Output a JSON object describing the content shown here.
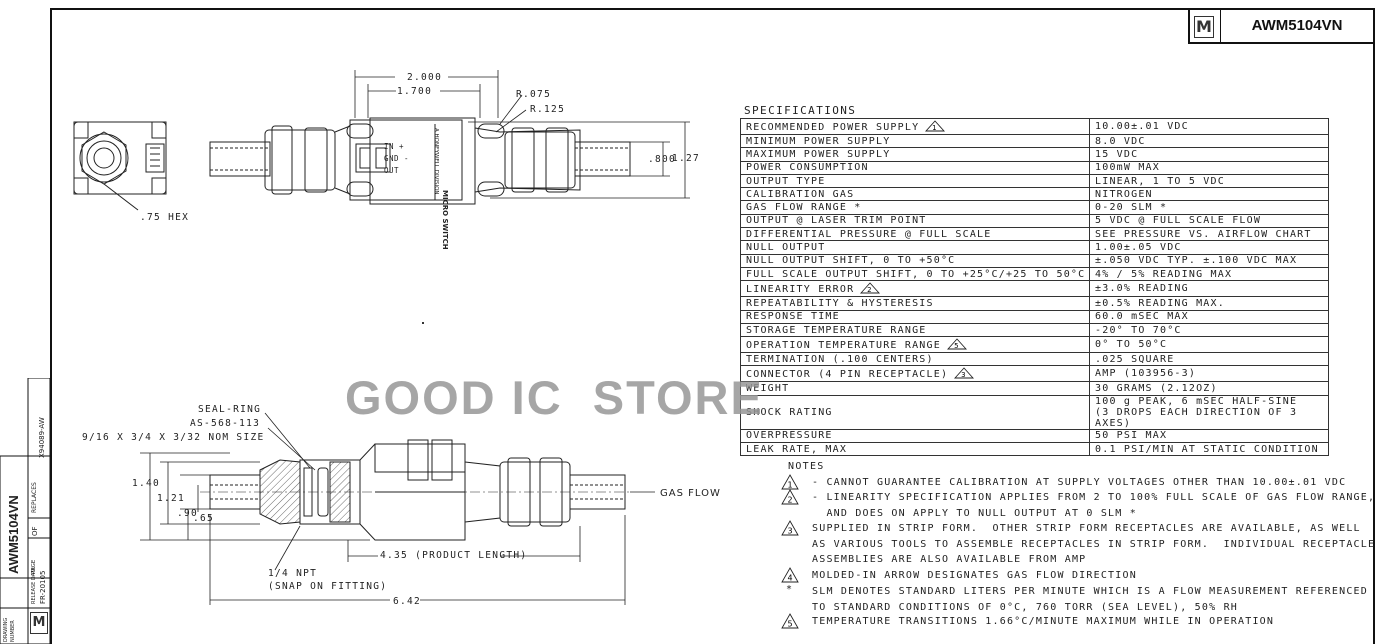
{
  "title_block": {
    "logo": "M",
    "part_number": "AWM5104VN"
  },
  "specifications": {
    "title": "SPECIFICATIONS",
    "rows": [
      {
        "param": "RECOMMENDED POWER SUPPLY",
        "note": "1",
        "value": "10.00±.01 VDC"
      },
      {
        "param": "MINIMUM POWER SUPPLY",
        "note": "",
        "value": "8.0 VDC"
      },
      {
        "param": "MAXIMUM POWER SUPPLY",
        "note": "",
        "value": "15 VDC"
      },
      {
        "param": "POWER CONSUMPTION",
        "note": "",
        "value": "100mW MAX"
      },
      {
        "param": "OUTPUT TYPE",
        "note": "",
        "value": "LINEAR, 1 TO 5 VDC"
      },
      {
        "param": "CALIBRATION GAS",
        "note": "",
        "value": "NITROGEN"
      },
      {
        "param": "GAS FLOW RANGE *",
        "note": "",
        "value": "0-20 SLM *"
      },
      {
        "param": "OUTPUT @ LASER TRIM POINT",
        "note": "",
        "value": "5 VDC @ FULL SCALE FLOW"
      },
      {
        "param": "DIFFERENTIAL PRESSURE @ FULL SCALE",
        "note": "",
        "value": "SEE PRESSURE VS. AIRFLOW CHART"
      },
      {
        "param": "NULL OUTPUT",
        "note": "",
        "value": "1.00±.05 VDC"
      },
      {
        "param": "NULL OUTPUT SHIFT, 0 TO +50°C",
        "note": "",
        "value": "±.050 VDC TYP. ±.100 VDC MAX"
      },
      {
        "param": "FULL SCALE OUTPUT SHIFT, 0 TO +25°C/+25 TO 50°C",
        "note": "",
        "value": "4% / 5% READING MAX"
      },
      {
        "param": "LINEARITY ERROR",
        "note": "2",
        "value": "±3.0% READING"
      },
      {
        "param": "REPEATABILITY & HYSTERESIS",
        "note": "",
        "value": "±0.5% READING MAX."
      },
      {
        "param": "RESPONSE TIME",
        "note": "",
        "value": "60.0 mSEC MAX"
      },
      {
        "param": "STORAGE TEMPERATURE RANGE",
        "note": "",
        "value": "-20° TO 70°C"
      },
      {
        "param": "OPERATION TEMPERATURE RANGE",
        "note": "5",
        "value": "0° TO 50°C"
      },
      {
        "param": "TERMINATION (.100 CENTERS)",
        "note": "",
        "value": ".025 SQUARE"
      },
      {
        "param": "CONNECTOR (4 PIN RECEPTACLE)",
        "note": "3",
        "value": "AMP (103956-3)"
      },
      {
        "param": "WEIGHT",
        "note": "",
        "value": "30 GRAMS (2.12OZ)"
      },
      {
        "param": "SHOCK RATING",
        "note": "",
        "value": "100 g PEAK, 6 mSEC HALF-SINE",
        "value2": "(3 DROPS EACH DIRECTION OF 3 AXES)"
      },
      {
        "param": "OVERPRESSURE",
        "note": "",
        "value": "50 PSI MAX"
      },
      {
        "param": "LEAK RATE, MAX",
        "note": "",
        "value": "0.1 PSI/MIN AT STATIC CONDITION"
      }
    ]
  },
  "notes": {
    "title": "NOTES",
    "items": [
      {
        "mark": "1",
        "text": "- CANNOT GUARANTEE CALIBRATION AT SUPPLY VOLTAGES OTHER THAN 10.00±.01 VDC"
      },
      {
        "mark": "2",
        "text": "- LINEARITY SPECIFICATION APPLIES FROM 2 TO 100% FULL SCALE OF GAS FLOW RANGE,\n  AND DOES ON APPLY TO NULL OUTPUT AT 0 SLM *"
      },
      {
        "mark": "3",
        "text": "SUPPLIED IN STRIP FORM.  OTHER STRIP FORM RECEPTACLES ARE AVAILABLE, AS WELL\nAS VARIOUS TOOLS TO ASSEMBLE RECEPTACLES IN STRIP FORM.  INDIVIDUAL RECEPTACLE\nASSEMBLIES ARE ALSO AVAILABLE FROM AMP"
      },
      {
        "mark": "4",
        "text": "MOLDED-IN ARROW DESIGNATES GAS FLOW DIRECTION"
      },
      {
        "mark": "*",
        "text": "SLM DENOTES STANDARD LITERS PER MINUTE WHICH IS A FLOW MEASUREMENT REFERENCED\nTO STANDARD CONDITIONS OF 0°C, 760 TORR (SEA LEVEL), 50% RH"
      },
      {
        "mark": "5",
        "text": "TEMPERATURE TRANSITIONS 1.66°C/MINUTE MAXIMUM WHILE IN OPERATION"
      }
    ]
  },
  "top_view": {
    "dim_overall": "2.000",
    "dim_mount": "1.700",
    "dim_r1": "R.075",
    "dim_r2": "R.125",
    "dim_h1": ".800",
    "dim_h2": "1.27",
    "hex": ".75 HEX",
    "pins": [
      "IN +",
      "GND -",
      "OUT"
    ],
    "brand": "MICRO SWITCH",
    "brand_sub": "A HONEYWELL DIVISION"
  },
  "side_view": {
    "seal_ring": "SEAL-RING",
    "seal_part": "AS-568-113",
    "seal_size": "9/16 X 3/4 X 3/32 NOM SIZE",
    "dim_140": "1.40",
    "dim_121": "1.21",
    "dim_90": ".90",
    "dim_65": ".65",
    "gas_flow": "GAS FLOW",
    "product_length": "4.35 (PRODUCT LENGTH)",
    "npt": "1/4 NPT",
    "npt_sub": "(SNAP ON FITTING)",
    "overall": "6.42"
  },
  "watermark": "GOOD IC  STORE",
  "left_block": {
    "part_number": "AWM5104VN",
    "replaces": "REPLACES",
    "replaces_val": "X94089-AW",
    "page": "PAGE",
    "of": "OF",
    "release": "RELEASE DATE",
    "release_val": "FR-20105",
    "drawing": "DRAWING",
    "number": "NUMBER"
  }
}
